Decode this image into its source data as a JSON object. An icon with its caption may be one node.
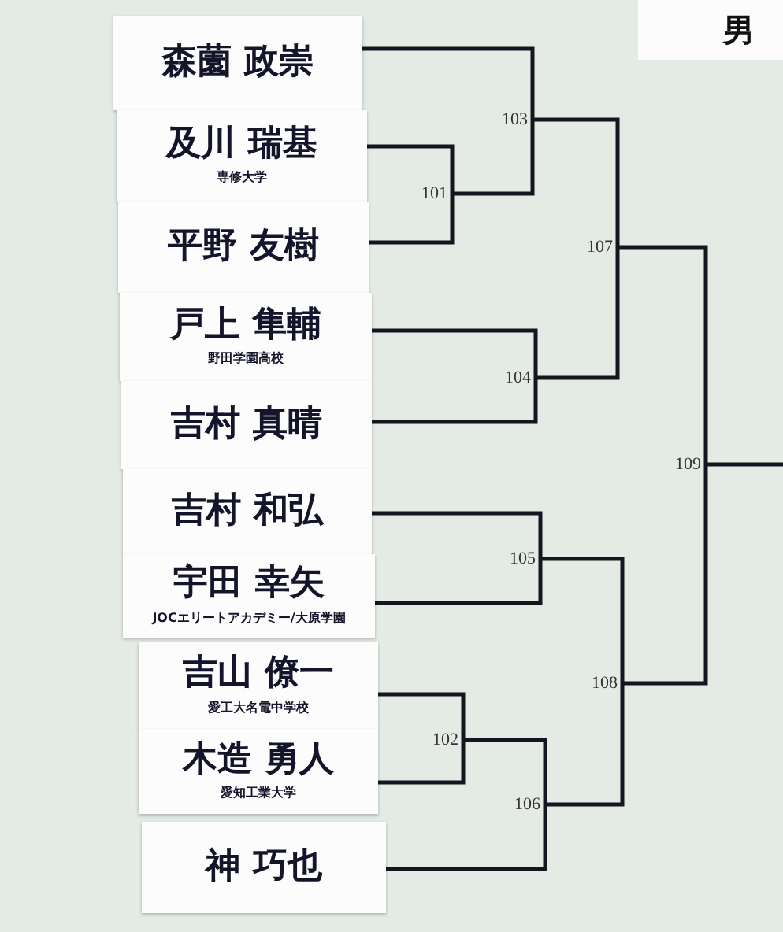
{
  "diagram": {
    "nodes": [
      {
        "text": [
          "森薗 政崇"
        ]
      },
      {
        "text": [
          "及川 瑞基",
          "専修大学"
        ]
      },
      {
        "text": [
          "平野 友樹"
        ]
      },
      {
        "text": [
          "戸上 隼輔",
          "野田学園高校"
        ]
      },
      {
        "text": [
          "吉村 真晴"
        ]
      },
      {
        "text": [
          "吉村 和弘"
        ]
      },
      {
        "text": [
          "宇田 幸矢",
          "JOCエリートアカデミー/大原学園"
        ]
      },
      {
        "text": [
          "吉山 僚一",
          "愛工大名電中学校"
        ]
      },
      {
        "text": [
          "木造 勇人",
          "愛知工業大学"
        ]
      },
      {
        "text": [
          "神 巧也"
        ]
      },
      {
        "text": [
          "101"
        ]
      },
      {
        "text": [
          "102"
        ]
      },
      {
        "text": [
          "103"
        ]
      },
      {
        "text": [
          "104"
        ]
      },
      {
        "text": [
          "105"
        ]
      },
      {
        "text": [
          "106"
        ]
      },
      {
        "text": [
          "107"
        ]
      },
      {
        "text": [
          "108"
        ]
      },
      {
        "text": [
          "109"
        ]
      }
    ],
    "edges": [
      {
        "from": 0,
        "to": 12,
        "arrow": "none"
      },
      {
        "from": 1,
        "to": 10,
        "arrow": "none"
      },
      {
        "from": 2,
        "to": 10,
        "arrow": "none"
      },
      {
        "from": 10,
        "to": 12,
        "arrow": "none"
      },
      {
        "from": 3,
        "to": 13,
        "arrow": "none"
      },
      {
        "from": 4,
        "to": 13,
        "arrow": "none"
      },
      {
        "from": 12,
        "to": 16,
        "arrow": "none"
      },
      {
        "from": 13,
        "to": 16,
        "arrow": "none"
      },
      {
        "from": 5,
        "to": 14,
        "arrow": "none"
      },
      {
        "from": 6,
        "to": 14,
        "arrow": "none"
      },
      {
        "from": 7,
        "to": 11,
        "arrow": "none"
      },
      {
        "from": 8,
        "to": 11,
        "arrow": "none"
      },
      {
        "from": 11,
        "to": 15,
        "arrow": "none"
      },
      {
        "from": 9,
        "to": 15,
        "arrow": "none"
      },
      {
        "from": 14,
        "to": 17,
        "arrow": "none"
      },
      {
        "from": 15,
        "to": 17,
        "arrow": "none"
      },
      {
        "from": 16,
        "to": 18,
        "arrow": "none"
      },
      {
        "from": 17,
        "to": 18,
        "arrow": "none"
      },
      {
        "from": 18,
        "to": null,
        "arrow": "none"
      }
    ],
    "labels": [
      "男"
    ]
  }
}
